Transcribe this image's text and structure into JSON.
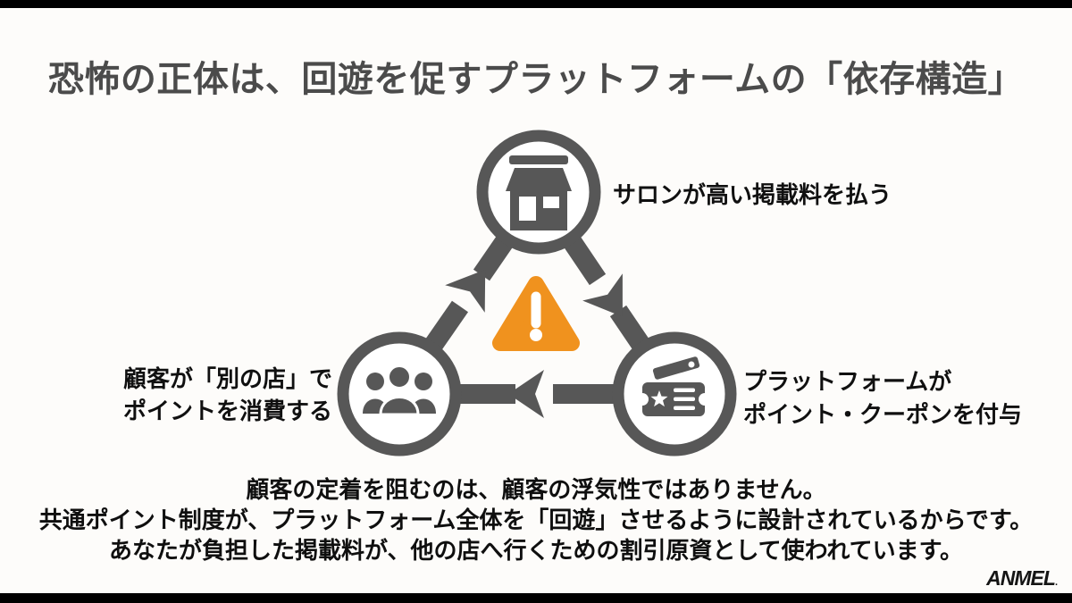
{
  "slide": {
    "background": "#FDFCFA",
    "letterbox_color": "#000000"
  },
  "title": {
    "text": "恐怖の正体は、回遊を促すプラットフォームの「依存構造」",
    "color": "#4B4B4B"
  },
  "diagram": {
    "type": "cycle",
    "gray": "#575757",
    "warning_orange": "#F0921E",
    "center_icon": "warning-triangle-icon",
    "nodes": [
      {
        "id": "salon",
        "icon": "storefront-icon",
        "label": "サロンが高い掲載料を払う"
      },
      {
        "id": "platform",
        "icon": "coupon-ticket-icon",
        "label_line1": "プラットフォームが",
        "label_line2": "ポイント・クーポンを付与"
      },
      {
        "id": "customer",
        "icon": "people-group-icon",
        "label_line1": "顧客が「別の店」で",
        "label_line2": "ポイントを消費する"
      }
    ]
  },
  "footer": {
    "lines": [
      "顧客の定着を阻むのは、顧客の浮気性ではありません。",
      "共通ポイント制度が、プラットフォーム全体を「回遊」させるように設計されているからです。",
      "あなたが負担した掲載料が、他の店へ行くための割引原資として使われています。"
    ]
  },
  "logo": {
    "text": "ANMEL",
    "mark": "."
  }
}
